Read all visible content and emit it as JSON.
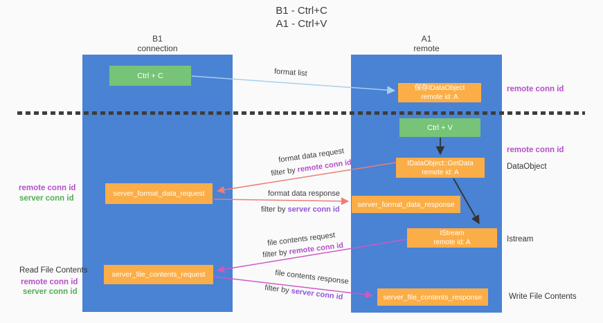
{
  "title": {
    "line1": "B1 - Ctrl+C",
    "line2": "A1 - Ctrl+V"
  },
  "lanes": {
    "left": {
      "name": "B1",
      "role": "connection"
    },
    "right": {
      "name": "A1",
      "role": "remote"
    }
  },
  "nodes": {
    "ctrl_c": {
      "label": "Ctrl + C"
    },
    "ctrl_v": {
      "label": "Ctrl + V"
    },
    "save_idataobject": {
      "line1": "保存IDataObject",
      "line2": "remote id: A"
    },
    "getdata": {
      "line1": "IDataObject::GetData",
      "line2": "remote id: A"
    },
    "istream": {
      "line1": "IStream",
      "line2": "remote id: A"
    },
    "format_request": {
      "label": "server_format_data_request"
    },
    "format_response": {
      "label": "server_format_data_response"
    },
    "file_request": {
      "label": "server_file_contents_request"
    },
    "file_response": {
      "label": "server_file_contents_response"
    }
  },
  "flow_labels": {
    "format_list": "format list",
    "format_data_request": "format data request",
    "format_data_response": "format data response",
    "file_contents_request": "file contents request",
    "file_contents_response": "file contents response",
    "filter_prefix": "filter by ",
    "remote_conn_id": "remote conn id",
    "server_conn_id": "server conn id"
  },
  "side_labels": {
    "remote_conn_id": "remote conn id",
    "server_conn_id": "server conn id",
    "dataobject": "DataObject",
    "istream": "Istream",
    "read_file_contents": "Read File Contents",
    "write_file_contents": "Write File Contents"
  },
  "colors": {
    "lane_blue": "#4a82d4",
    "green_box": "#77c377",
    "orange_box": "#fbae47",
    "light_blue_arrow": "#a6cff0",
    "salmon_arrow": "#ee7d75",
    "magenta_arrow": "#cf58c5",
    "black_arrow": "#333333",
    "magenta_text": "#b44fc8",
    "green_text": "#53ad53",
    "purple_text": "#9156d6"
  }
}
